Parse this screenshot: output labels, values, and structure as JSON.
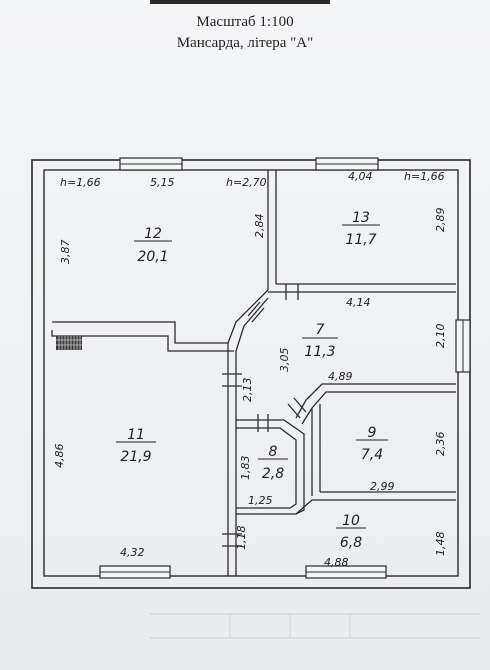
{
  "header": {
    "scale": "Масштаб 1:100",
    "subtitle": "Мансарда, літера \"А\""
  },
  "rooms": [
    {
      "id": "12",
      "area": "20,1"
    },
    {
      "id": "13",
      "area": "11,7"
    },
    {
      "id": "7",
      "area": "11,3"
    },
    {
      "id": "11",
      "area": "21,9"
    },
    {
      "id": "8",
      "area": "2,8"
    },
    {
      "id": "9",
      "area": "7,4"
    },
    {
      "id": "10",
      "area": "6,8"
    }
  ],
  "dimensions": {
    "h_left": "h=1,66",
    "d_515": "5,15",
    "h_mid": "h=2,70",
    "d_404": "4,04",
    "h_right": "h=1,66",
    "d_387": "3,87",
    "d_284": "2,84",
    "d_289": "2,89",
    "d_414": "4,14",
    "d_305": "3,05",
    "d_210": "2,10",
    "d_489": "4,89",
    "d_213": "2,13",
    "d_486": "4,86",
    "d_183": "1,83",
    "d_236": "2,36",
    "d_299": "2,99",
    "d_125": "1,25",
    "d_118": "1,18",
    "d_148": "1,48",
    "d_432": "4,32",
    "d_488": "4,88"
  }
}
